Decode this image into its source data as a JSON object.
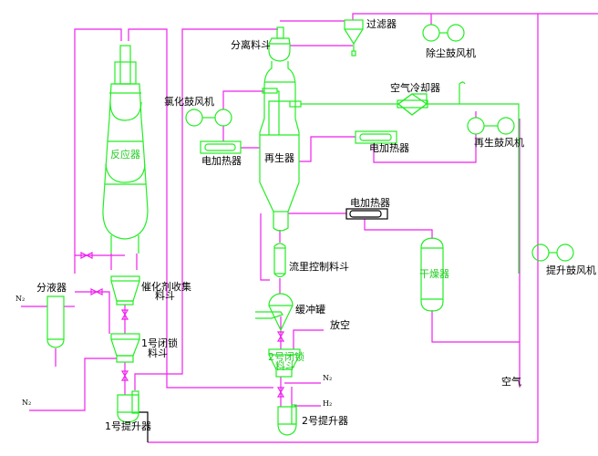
{
  "colors": {
    "equipment": "#22ee22",
    "piping": "#ee22ee",
    "lift_line": "#000000"
  },
  "labels": {
    "reactor": "反应器",
    "liquid_separator": "分液器",
    "catalyst_hopper": "催化剂收集",
    "catalyst_hopper_2": "料斗",
    "lock_hopper_1": "1号闭锁",
    "lock_hopper_1_2": "料斗",
    "lifter_1": "1号提升器",
    "n2_a": "N₂",
    "n2_b": "N₂",
    "separation_hopper": "分离料斗",
    "filter": "过滤器",
    "dust_blower": "除尘鼓风机",
    "chlorination_blower": "氯化鼓风机",
    "heater_left": "电加热器",
    "regenerator": "再生器",
    "air_cooler": "空气冷却器",
    "heater_mid": "电加热器",
    "regen_blower": "再生鼓风机",
    "heater_lower": "电加热器",
    "flow_hopper": "流里控制料斗",
    "buffer_tank": "缓冲罐",
    "vent": "放空",
    "lock_hopper_2": "2号闭锁",
    "lock_hopper_2_2": "料斗",
    "n2_c": "N₂",
    "h2": "H₂",
    "lifter_2": "2号提升器",
    "dryer": "干燥器",
    "lift_blower": "提升鼓风机",
    "air": "空气"
  }
}
